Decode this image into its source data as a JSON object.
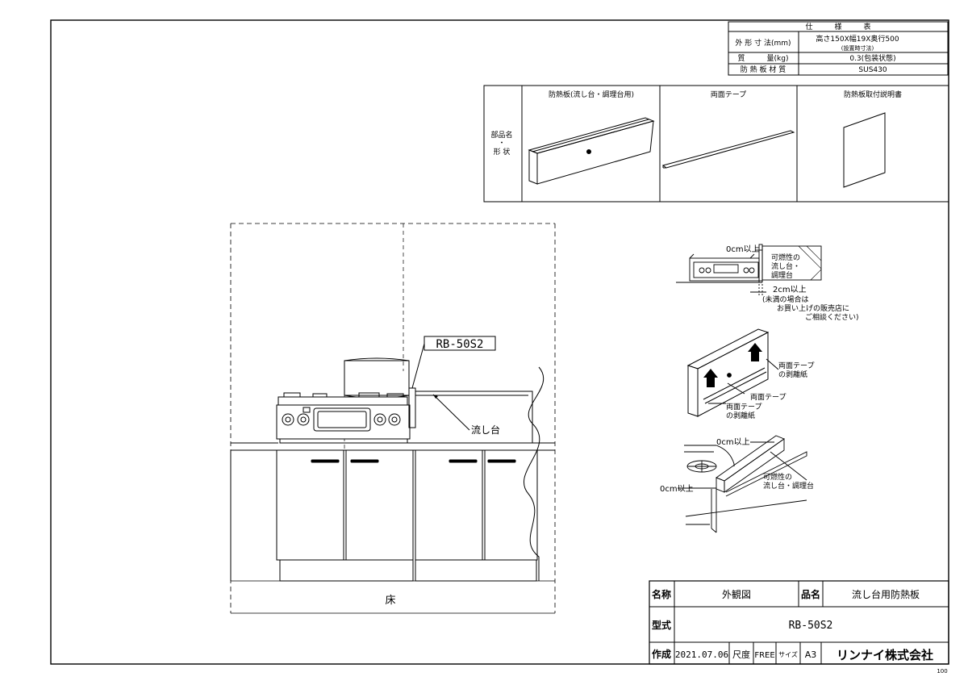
{
  "spec_table": {
    "title": "仕　　　様　　　表",
    "rows": [
      {
        "label": "外 形 寸 法(mm)",
        "value": "高さ150X幅19X奥行500",
        "subvalue": "(設置時寸法)"
      },
      {
        "label": "質　　　量(kg)",
        "value": "0.3(包装状態)"
      },
      {
        "label": "防 熱 板 材 質",
        "value": "SUS430"
      }
    ]
  },
  "parts_table": {
    "row_label_line1": "部品名",
    "row_label_dot": "・",
    "row_label_line2": "形 状",
    "columns": [
      "防熱板(流し台・調理台用)",
      "両面テープ",
      "防熱板取付説明書"
    ]
  },
  "front_view": {
    "model_tag": "RB-50S2",
    "counter_label": "流し台",
    "floor_label": "床"
  },
  "detail_clearance": {
    "top": "0cm以上",
    "wall_label": [
      "可燃性の",
      "流し台・",
      "調理台"
    ],
    "side": "2cm以上",
    "note": [
      "(未満の場合は",
      "お買い上げの販売店に",
      "ご相談ください)"
    ]
  },
  "detail_tape": {
    "tape_upper": [
      "両面テープ",
      "の剥離紙"
    ],
    "tape_middle": "両面テープ",
    "tape_lower": [
      "両面テープ",
      "の剥離紙"
    ]
  },
  "detail_install": {
    "top": "0cm以上",
    "wall_label": [
      "可燃性の",
      "流し台・調理台"
    ],
    "side": "0cm以上"
  },
  "title_block": {
    "name_label": "名称",
    "name_value": "外観図",
    "product_label": "品名",
    "product_value": "流し台用防熱板",
    "model_label": "型式",
    "model_value": "RB-50S2",
    "made_label": "作成",
    "date": "2021.07.06",
    "scale_label": "尺度",
    "scale_value": "FREE",
    "size_label": "サイズ",
    "size_value": "A3",
    "company": "リンナイ株式会社"
  },
  "page_number": "100"
}
